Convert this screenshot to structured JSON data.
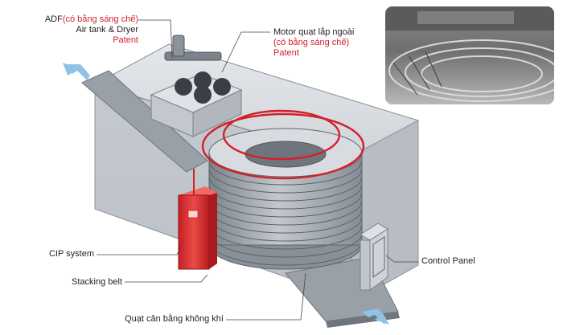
{
  "callouts": {
    "adf": {
      "prefix": "ADF",
      "suffix": "(có bằng sáng chế)",
      "line2": "Air tank & Dryer",
      "line3": "Patent"
    },
    "motor": {
      "line1": "Motor quạt lắp ngoài",
      "line2": "(có bằng sáng chế)",
      "line3": "Patent"
    },
    "cip": "CIP system",
    "stacking_belt": "Stacking belt",
    "balance_fan": "Quạt cân bằng không khí",
    "control_panel": "Control Panel"
  },
  "colors": {
    "accent_red": "#d3202a",
    "flow_arrow": "#8ec3e6",
    "housing": "#cfd3d8",
    "cabinet": "#e23b3b"
  },
  "icons": [
    "airflow-out-arrow-icon",
    "airflow-in-arrow-icon"
  ]
}
